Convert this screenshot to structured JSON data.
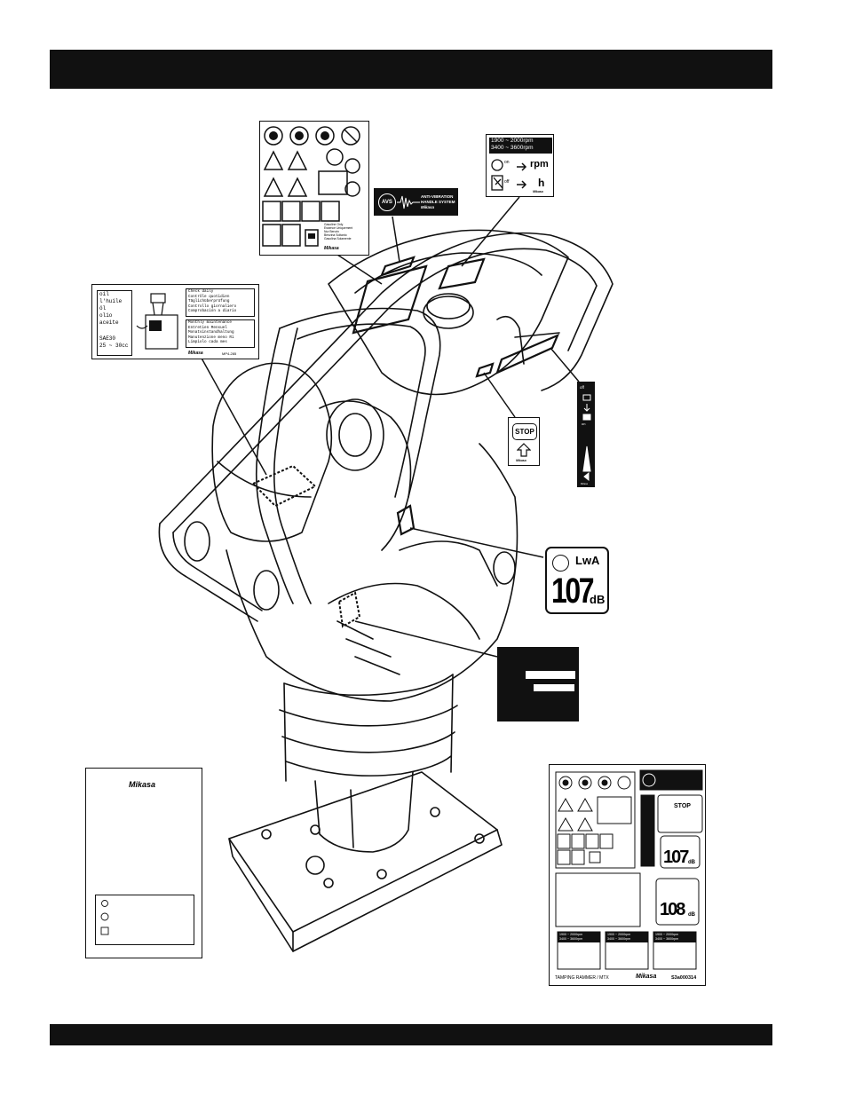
{
  "avs_label": {
    "logo": "AVS",
    "line1": "ANTI-VIBRATION",
    "line2": "HANDLE SYSTEM",
    "brand": "Mikasa"
  },
  "rpm_label": {
    "idle": "1900 ~ 2000rpm",
    "full": "3400 ~ 3600rpm",
    "on": "on",
    "off": "off",
    "rpm": "rpm",
    "hours": "h",
    "brand": "Mikasa"
  },
  "oil_label": {
    "words": [
      "oil",
      "l'huile",
      "öl",
      "olio",
      "aceite"
    ],
    "grade": "SAE30",
    "amount": "25 ~ 30cc",
    "daily": [
      "Check daily",
      "Contrôle quotidien",
      "Täglichüberprüfung",
      "Controllo giornaliero",
      "Comprobación a diario"
    ],
    "monthly": [
      "Monthly maintenance",
      "Entretien Mensuel",
      "Monatsinstandhaltung",
      "Manutenzione meno Ri",
      "Limpiolo cada mes"
    ],
    "brand": "Mikasa",
    "code": "MP4-285"
  },
  "safety_label": {
    "fuel_text": [
      "Gasoline Only",
      "Essence Uniquement",
      "Nur Benzin",
      "Benzina Soltanto",
      "Gasolina Solamente"
    ],
    "brand": "Mikasa"
  },
  "stop_label": {
    "stop": "STOP",
    "brand": "Mikasa"
  },
  "switch_label": {
    "off": "off",
    "on": "on",
    "brand": "Mikasa"
  },
  "db_label": {
    "lwa": "LwA",
    "value": "107",
    "unit": "dB"
  },
  "sheet": {
    "db1": "107",
    "db2": "108",
    "unit": "dB",
    "stop": "STOP",
    "idle": "1900 ~ 2000rpm",
    "full": "3400 ~ 3600rpm",
    "footer": "TAMPING RAMMER / MTX",
    "brand": "Mikasa",
    "code": "S3a000314"
  },
  "manual_card": {
    "brand": "Mikasa"
  }
}
